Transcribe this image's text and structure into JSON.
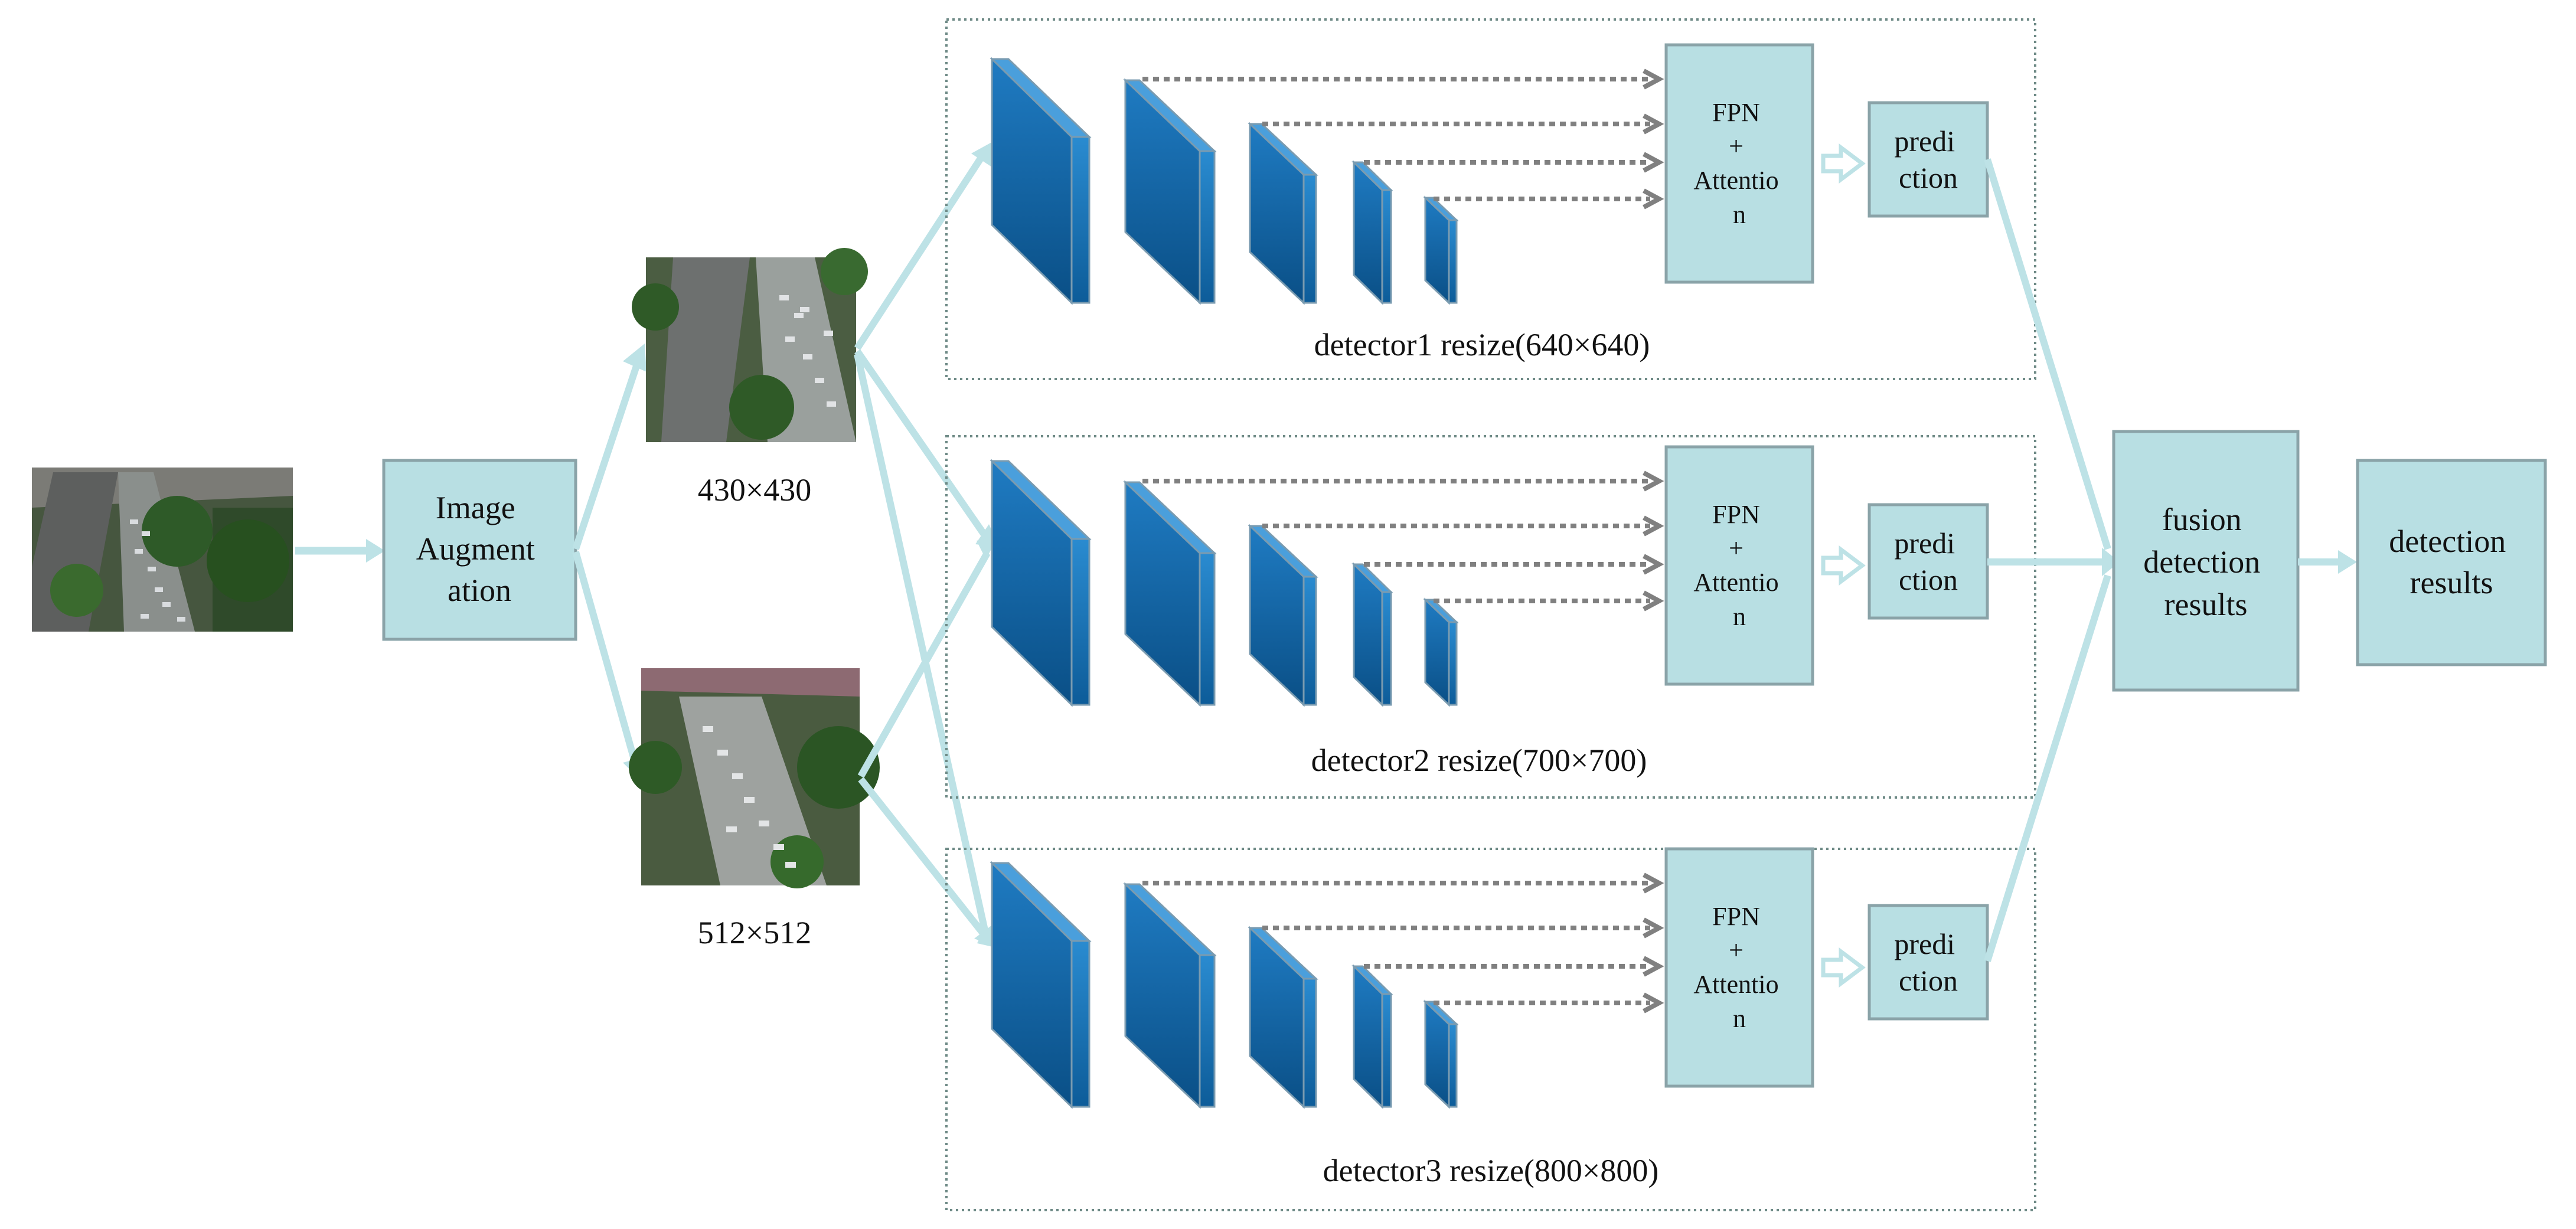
{
  "colors": {
    "box_fill": "#b8dfe3",
    "box_stroke": "#8aa3a8",
    "flow_arrow": "#bde2e6",
    "dotted_arrow": "#808080",
    "layer_front": "#0e63a5",
    "layer_side": "#1d78bd",
    "layer_top": "#3d96d8",
    "frame_stroke": "#6e8a86"
  },
  "images": {
    "input": {
      "icon": "aerial-street-photo"
    },
    "scale1": {
      "icon": "aerial-street-photo",
      "label": "430×430"
    },
    "scale2": {
      "icon": "aerial-street-photo",
      "label": "512×512"
    }
  },
  "augment": {
    "lines": [
      "Image",
      "Augment",
      "ation"
    ]
  },
  "detectors": [
    {
      "caption": "detector1  resize(640×640)",
      "fpn_lines": [
        "FPN",
        "+",
        "Attentio",
        "n"
      ],
      "pred_lines": [
        "predi",
        "ction"
      ]
    },
    {
      "caption": "detector2  resize(700×700)",
      "fpn_lines": [
        "FPN",
        "+",
        "Attentio",
        "n"
      ],
      "pred_lines": [
        "predi",
        "ction"
      ]
    },
    {
      "caption": "detector3  resize(800×800)",
      "fpn_lines": [
        "FPN",
        "+",
        "Attentio",
        "n"
      ],
      "pred_lines": [
        "predi",
        "ction"
      ]
    }
  ],
  "fusion": {
    "lines": [
      "fusion",
      "detection",
      "results"
    ]
  },
  "result": {
    "lines": [
      "detection",
      "results"
    ]
  }
}
